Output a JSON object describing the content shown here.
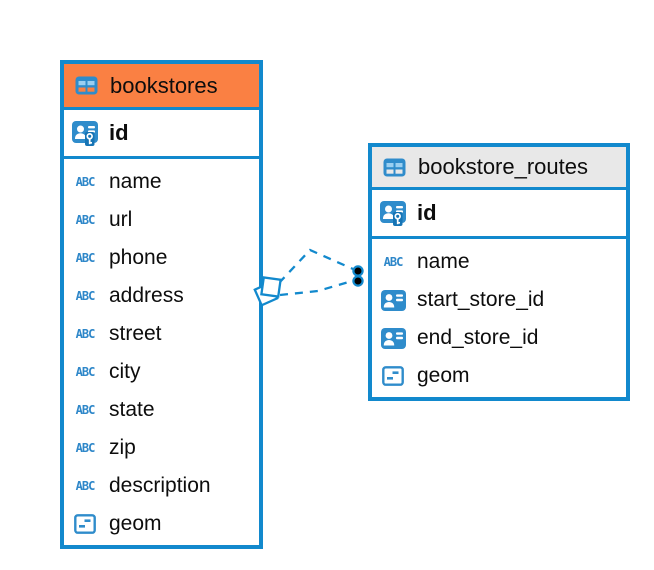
{
  "diagram": {
    "icons": {
      "text_label": "ABC"
    },
    "colors": {
      "accent_blue": "#1289CD",
      "icon_blue": "#2F8CCB",
      "icon_light_blue": "#9ACFF1",
      "bookstores_header": "#FA8043",
      "routes_header": "#E8E8E8",
      "connector_dot": "#000000"
    },
    "entities": [
      {
        "title": "bookstores",
        "primary_key": {
          "name": "id",
          "type": "primary-key-id"
        },
        "columns": [
          {
            "name": "name",
            "type": "text"
          },
          {
            "name": "url",
            "type": "text"
          },
          {
            "name": "phone",
            "type": "text"
          },
          {
            "name": "address",
            "type": "text"
          },
          {
            "name": "street",
            "type": "text"
          },
          {
            "name": "city",
            "type": "text"
          },
          {
            "name": "state",
            "type": "text"
          },
          {
            "name": "zip",
            "type": "text"
          },
          {
            "name": "description",
            "type": "text"
          },
          {
            "name": "geom",
            "type": "geometry"
          }
        ]
      },
      {
        "title": "bookstore_routes",
        "primary_key": {
          "name": "id",
          "type": "primary-key-id"
        },
        "columns": [
          {
            "name": "name",
            "type": "text"
          },
          {
            "name": "start_store_id",
            "type": "reference-id"
          },
          {
            "name": "end_store_id",
            "type": "reference-id"
          },
          {
            "name": "geom",
            "type": "geometry"
          }
        ]
      }
    ],
    "relations": [
      {
        "from": "bookstores",
        "to": "bookstore_routes",
        "style": "dashed"
      },
      {
        "from": "bookstores",
        "to": "bookstore_routes",
        "style": "dashed"
      }
    ]
  }
}
